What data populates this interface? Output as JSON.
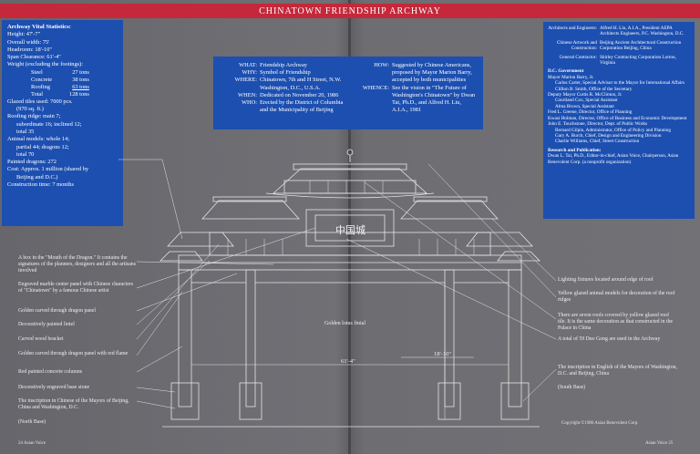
{
  "title": "CHINATOWN FRIENDSHIP ARCHWAY",
  "vitals": {
    "heading": "Archway Vital Statistics:",
    "lines_a": [
      "Height: 47'-7\"",
      "Overall width: 75'",
      "Headroom: 18'-10\"",
      "Span Clearance: 61'-4\"",
      "Weight (excluding the footings):"
    ],
    "weights": [
      {
        "item": "Steel",
        "value": "27 tons"
      },
      {
        "item": "Concrete",
        "value": "38 tons"
      },
      {
        "item": "Roofing",
        "value": "63 tons"
      },
      {
        "item": "Total",
        "value": "128 tons"
      }
    ],
    "lines_b": [
      "Glazed tiles used: 7000 pcs.",
      "(970 sq. ft.)",
      "Roofing ridge: main 7;",
      "subordinate 16; inclined 12;",
      "total 35",
      "Animal models: whole 14;",
      "partial 44; dragons 12;",
      "total 70",
      "Painted dragons: 272",
      "Cost: Approx. 1 million (shared by",
      "Beijing and D.C.)",
      "Construction time: 7 months"
    ]
  },
  "summary": {
    "left": [
      {
        "k": "WHAT:",
        "v": "Friendship Archway"
      },
      {
        "k": "WHY:",
        "v": "Symbol of Friendship"
      },
      {
        "k": "WHERE:",
        "v": "Chinatown, 7th and H Street, N.W. Washington, D.C., U.S.A."
      },
      {
        "k": "WHEN:",
        "v": "Dedicated on November 20, 1986"
      },
      {
        "k": "WHO:",
        "v": "Erected by the District of Columbia and the Municipality of Beijing"
      }
    ],
    "right": [
      {
        "k": "HOW:",
        "v": "Suggested by Chinese Americans, proposed by Mayor Marion Barry, accepted by both municipalities"
      },
      {
        "k": "WHENCE:",
        "v": "See the vision in \"The Future of Washington's Chinatown\" by Dwan Tai, Ph.D., and Alfred H. Liu, A.I.A., 1981"
      }
    ]
  },
  "credits": {
    "top": [
      {
        "k": "Architects and Engineers:",
        "v": "Alfred H. Liu, A.I.A., President AEPA Architects Engineers, P.C. Washington, D.C."
      },
      {
        "k": "Chinese Artwork and Construction:",
        "v": "Beijing Ancient Architectural Construction Corporation Beijing, China"
      },
      {
        "k": "General Contractor:",
        "v": "Shirley Contracting Corporation Lorton, Virginia"
      }
    ],
    "dc_heading": "D.C. Government",
    "dc_lines": [
      "Mayor Marion Barry, Jr.",
      "Carlos Carter, Special Advisor to the Mayor for International Affairs",
      "Clifton B. Smith, Office of the Secretary",
      "Deputy Mayor Curtis R. McClinton, Jr.",
      "Courtland Cox, Special Assistant",
      "Alma Brown, Special Assistant",
      "Fred L. Greene, Director, Office of Planning",
      "Kwasi Holman, Director, Office of Business and Economic Development",
      "John E. Touchstone, Director, Dept. of Public Works",
      "Bernard Gilpin, Administrator, Office of Policy and Planning",
      "Gary A. Burch, Chief, Design and Engineering Division",
      "Charlie Williams, Chief, Street Construction"
    ],
    "research_heading": "Research and Publication:",
    "research_text": "Dwan L. Tai, Ph.D., Editor-in-chief, Asian Voice, Chairperson, Asian Benevolent Corp. (a nonprofit organization)"
  },
  "left_callouts": [
    "A box in the \"Mouth of the Dragon.\" It contains the signatures of the planners, designers and all the artisans involved",
    "Engraved marble center panel with Chinese characters of \"Chinatown\" by a famous Chinese artist",
    "Golden carved through dragon panel",
    "Decoratively painted lintel",
    "Carved wood bracket",
    "Golden carved through dragon panel with red flame",
    "Red painted concrete columns",
    "Decoratively engraved base stone",
    "The inscription in Chinese of the Mayors of Beijing, China and Washington, D.C.",
    "(North Base)"
  ],
  "right_callouts": [
    "Lighting fixtures located around edge of roof",
    "Yellow glazed animal models for decoration of the roof ridges",
    "There are seven roofs covered by yellow glazed roof tile. It is the same decoration as that constructed in the Palace in China",
    "A total of 59 Duo Gong are used in the Archway",
    "The inscription in English of the Mayors of Washington, D.C. and Beijing, China",
    "(South Base)"
  ],
  "drawing": {
    "finial_label": "Golden lotus finial",
    "dim_span": "61'-4\"",
    "dim_headroom": "18'-10\"",
    "panel_chars": "中国城"
  },
  "footer": {
    "left": "24  Asian Voice",
    "copyright": "Copyright ©1986 Asian Benevolent Corp.",
    "right": "Asian Voice   25"
  }
}
